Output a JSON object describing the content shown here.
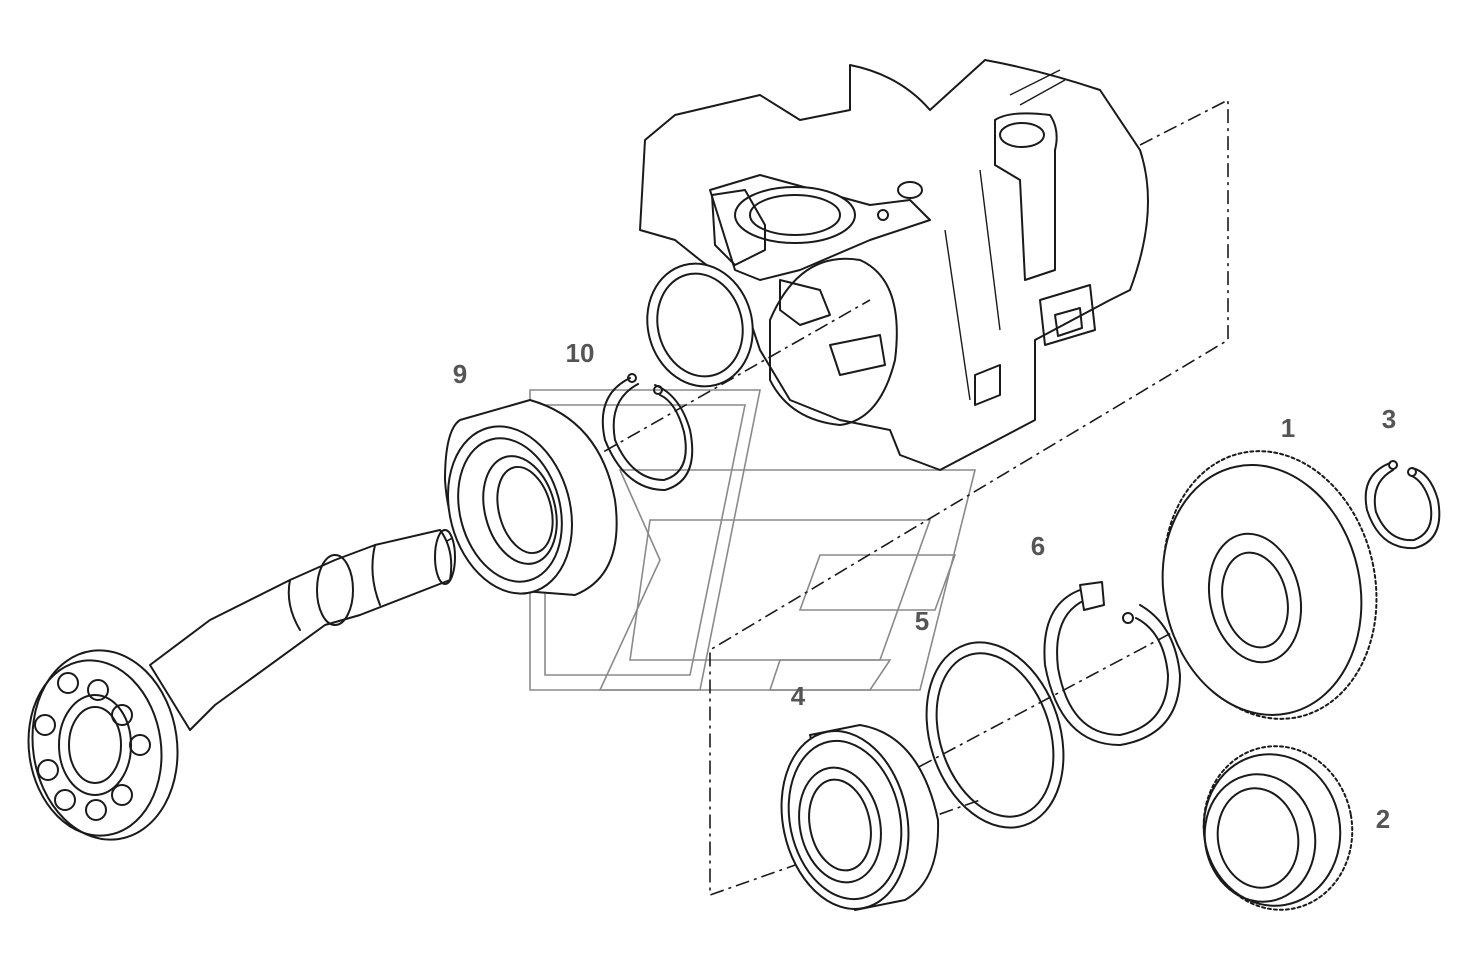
{
  "diagram": {
    "callouts": [
      {
        "id": "part-1",
        "label": "1"
      },
      {
        "id": "part-2",
        "label": "2"
      },
      {
        "id": "part-3",
        "label": "3"
      },
      {
        "id": "part-4",
        "label": "4"
      },
      {
        "id": "part-5",
        "label": "5"
      },
      {
        "id": "part-6",
        "label": "6"
      },
      {
        "id": "part-9",
        "label": "9"
      },
      {
        "id": "part-10",
        "label": "10"
      }
    ],
    "colors": {
      "line": "#1a1a1a",
      "watermark": "#8a8a8a",
      "label": "#555555",
      "background": "#ffffff"
    }
  }
}
